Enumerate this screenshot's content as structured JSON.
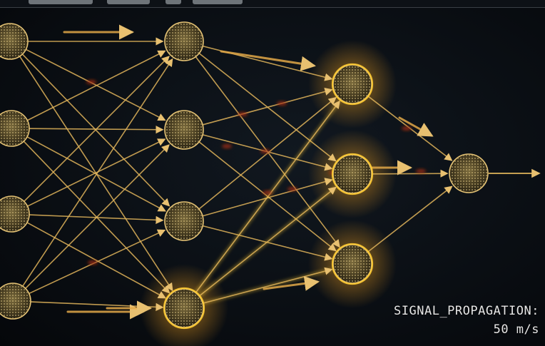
{
  "readout": {
    "label": "SIGNAL_PROPAGATION:",
    "value": "50 m/s"
  },
  "colors": {
    "background": "#0a0e13",
    "edge": "#e0b45a",
    "node": "#c9a04a",
    "glow": "#ffcc33",
    "spark": "#a02a10",
    "text": "#e6e6e6"
  },
  "network": {
    "layers": [
      4,
      4,
      3,
      1
    ],
    "highlighted_nodes": [
      "hidden2-0",
      "hidden2-1",
      "hidden2-2",
      "hidden1-3"
    ],
    "arrow_icon": "arrow-right-icon"
  }
}
